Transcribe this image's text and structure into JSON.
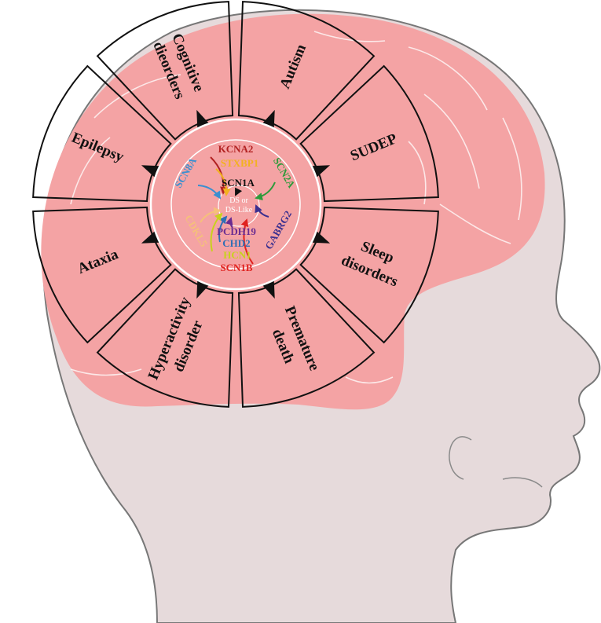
{
  "disorders": [
    {
      "id": "cognitive",
      "lines": [
        "Cognitive",
        "dieorders"
      ]
    },
    {
      "id": "autism",
      "lines": [
        "Autism"
      ]
    },
    {
      "id": "sudep",
      "lines": [
        "SUDEP"
      ]
    },
    {
      "id": "sleep",
      "lines": [
        "Sleep",
        "disorders"
      ]
    },
    {
      "id": "premature",
      "lines": [
        "Premature",
        "death"
      ]
    },
    {
      "id": "hyperactivity",
      "lines": [
        "Hyperactivity",
        "disorder"
      ]
    },
    {
      "id": "ataxia",
      "lines": [
        "Ataxia"
      ]
    },
    {
      "id": "epilepsy",
      "lines": [
        "Epilepsy"
      ]
    }
  ],
  "center": {
    "line1": "DS or",
    "line2": "DS-Like"
  },
  "genes": [
    {
      "id": "kcna2",
      "label": "KCNA2",
      "color": "#b22222"
    },
    {
      "id": "stxbp1",
      "label": "STXBP1",
      "color": "#f2b21f"
    },
    {
      "id": "scn1a",
      "label": "SCN1A",
      "color": "#111111"
    },
    {
      "id": "scn8a",
      "label": "SCN8A",
      "color": "#3a8fd0"
    },
    {
      "id": "scn2a",
      "label": "SCN2A",
      "color": "#2e9a3a"
    },
    {
      "id": "gabrg2",
      "label": "GABRG2",
      "color": "#3a2f8f"
    },
    {
      "id": "pcdh19",
      "label": "PCDH19",
      "color": "#6a2c91"
    },
    {
      "id": "chd2",
      "label": "CHD2",
      "color": "#2f6fb5"
    },
    {
      "id": "hcn1",
      "label": "HCN1",
      "color": "#c8d21c"
    },
    {
      "id": "scn1b",
      "label": "SCN1B",
      "color": "#e0221f"
    },
    {
      "id": "cdkl5",
      "label": "CDKL5",
      "color": "#f5c07a"
    }
  ],
  "colors": {
    "brain": "#f4a3a4",
    "head": "#e6dadb",
    "outline": "#111111"
  }
}
